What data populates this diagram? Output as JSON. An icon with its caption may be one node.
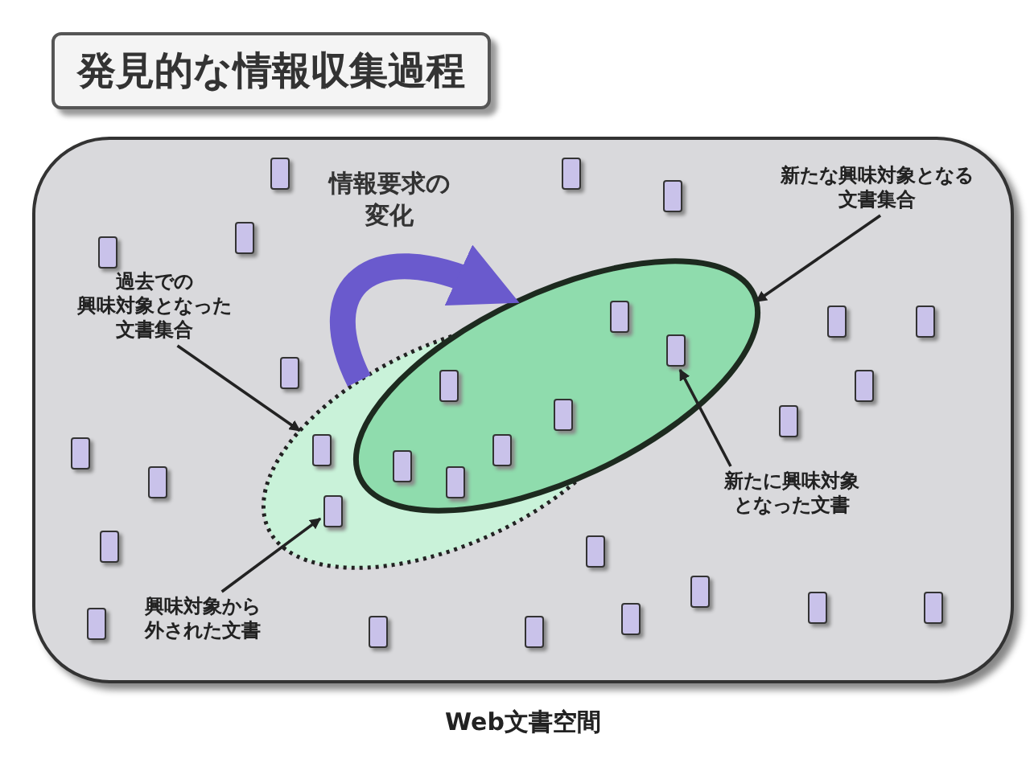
{
  "diagram": {
    "title": "発見的な情報収集過程",
    "nodes": [
      {
        "text": [
          "Web文書空間"
        ]
      },
      {
        "text": [],
        "shape": "ellipse",
        "in": 0
      },
      {
        "text": [],
        "shape": "ellipse",
        "in": 0
      },
      {
        "text": [
          "過去での興味対象となった文書集合"
        ],
        "in": 0
      },
      {
        "text": [
          "新たな興味対象となる文書集合"
        ],
        "in": 0
      },
      {
        "text": [
          "新たに興味対象となった文書"
        ],
        "in": 0
      },
      {
        "text": [
          "興味対象から外された文書"
        ],
        "in": 0
      },
      {
        "text": [],
        "shape": "box",
        "in": 2
      },
      {
        "text": [],
        "shape": "box",
        "in": 1
      }
    ],
    "edges": [
      {
        "from": 3,
        "to": 1,
        "arrow": "to"
      },
      {
        "from": 4,
        "to": 2,
        "arrow": "to"
      },
      {
        "from": 5,
        "to": 7,
        "arrow": "to"
      },
      {
        "from": 6,
        "to": 8,
        "arrow": "to"
      },
      {
        "from": 1,
        "to": 2,
        "arrow": "to",
        "label": "情報要求の変化",
        "style": "thick",
        "color": "#6a5acd"
      }
    ]
  }
}
